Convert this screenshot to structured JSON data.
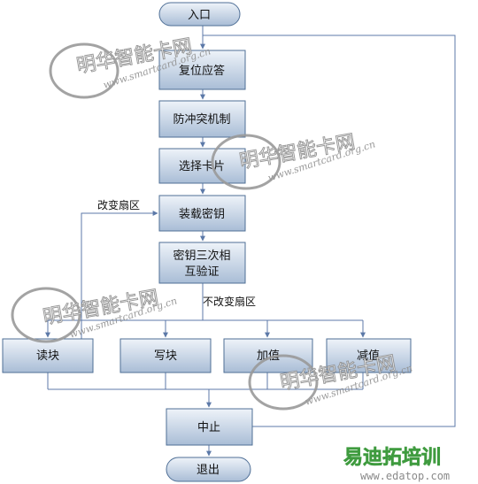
{
  "colors": {
    "box_fill_top": "#eef3f9",
    "box_fill_bottom": "#a9bdd6",
    "box_stroke": "#4f6f96",
    "connector": "#5c79a8",
    "watermark": "#8f8f8f",
    "brand_green": "#3f9b3f"
  },
  "flow": {
    "start": "入口",
    "reset": "复位应答",
    "anticollision": "防冲突机制",
    "select": "选择卡片",
    "load_key": "装载密钥",
    "auth_line1": "密钥三次相",
    "auth_line2": "互验证",
    "read": "读块",
    "write": "写块",
    "increment": "加值",
    "decrement": "减值",
    "halt": "中止",
    "exit": "退出"
  },
  "labels": {
    "change_sector": "改变扇区",
    "keep_sector": "不改变扇区"
  },
  "watermark": {
    "brand_cn": "明华智能卡网",
    "brand_url": "www.smartcard.org.cn"
  },
  "logo": {
    "name": "易迪拓培训",
    "url": "www.edatop.com"
  }
}
